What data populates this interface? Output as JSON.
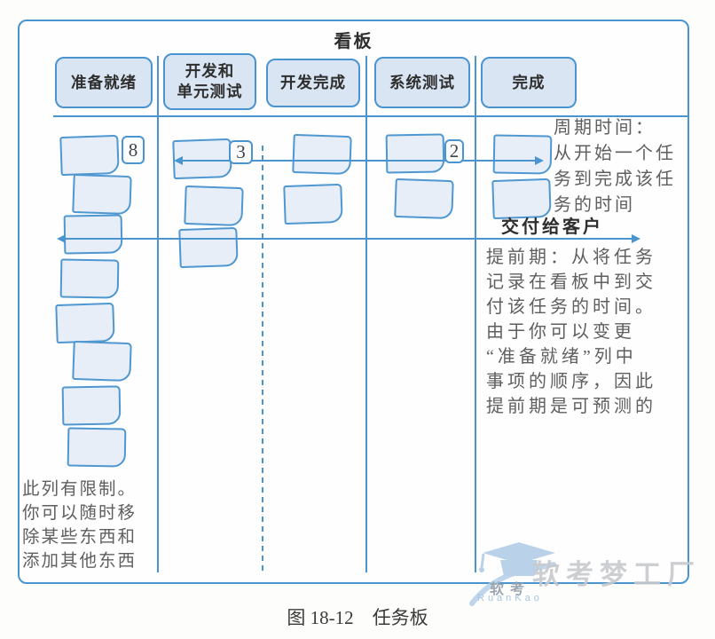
{
  "board": {
    "title": "看板",
    "columns": [
      {
        "id": "ready",
        "label": "准备就绪",
        "limit": "8",
        "card_count": 8
      },
      {
        "id": "dev-and-unit-test",
        "label": "开发和\n单元测试",
        "limit": "3",
        "card_count": 3
      },
      {
        "id": "dev-done",
        "label": "开发完成",
        "limit": null,
        "card_count": 2
      },
      {
        "id": "system-test",
        "label": "系统测试",
        "limit": "2",
        "card_count": 2
      },
      {
        "id": "done",
        "label": "完成",
        "limit": null,
        "card_count": 2
      }
    ]
  },
  "annotations": {
    "cycle_time": "周期时间：\n从开始一个任\n务到完成该任\n务的时间",
    "deliver_to_customer": "交付给客户",
    "lead_time": "提前期：从将任务\n记录在看板中到交\n付该任务的时间。\n由于你可以变更\n“准备就绪”列中\n事项的顺序，因此\n提前期是可预测的",
    "column_limit": "此列有限制。\n你可以随时移\n除某些东西和\n添加其他东西"
  },
  "caption": "图 18-12　任务板",
  "watermark": {
    "brand": "软考梦工厂",
    "brand_small": "软考",
    "latin": "RuanKao"
  },
  "colors": {
    "line_blue": "#4a94d0",
    "card_fill": "#e8eef7",
    "header_fill": "#d9e5f3",
    "note_gray": "#5f5f5f",
    "watermark_gray": "#c7c9cd",
    "watermark_blue": "#b9d2ea"
  }
}
